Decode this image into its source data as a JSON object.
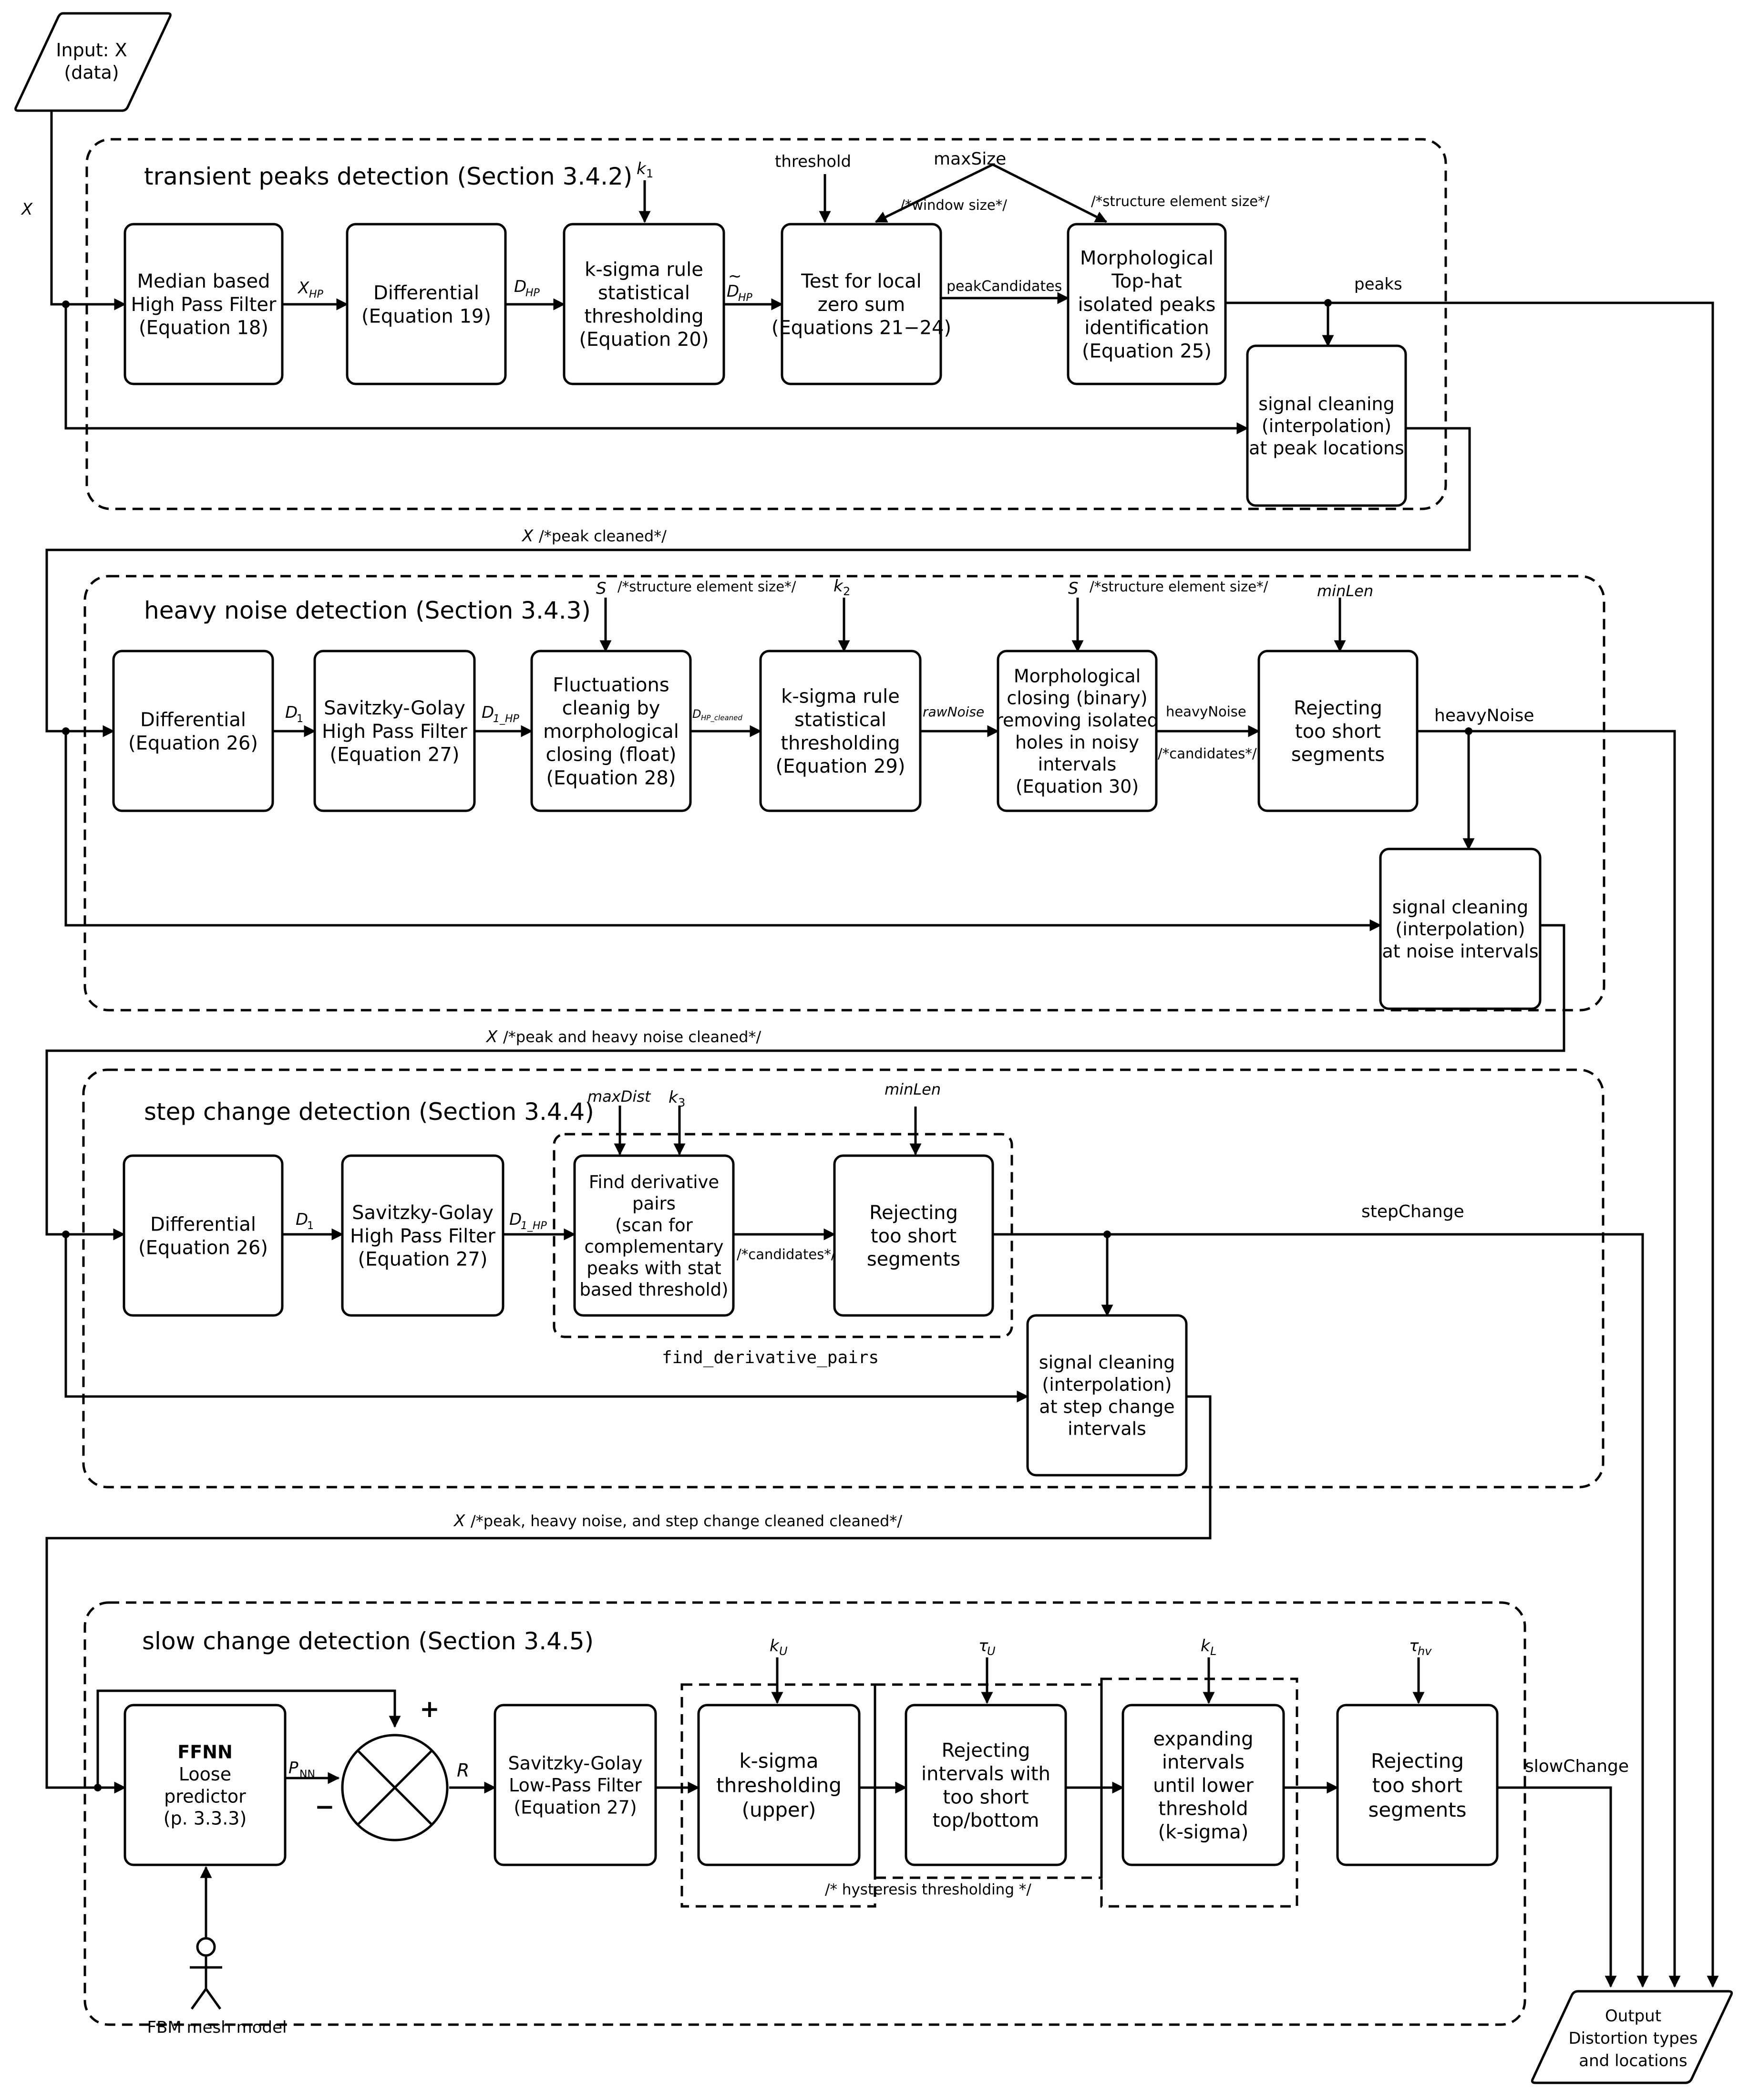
{
  "io": {
    "input": [
      "Input: X",
      "(data)"
    ],
    "output": [
      "Output",
      "Distortion types",
      "and locations"
    ]
  },
  "sections": {
    "peaks": "transient peaks detection (Section 3.4.2)",
    "noise": "heavy noise detection (Section 3.4.3)",
    "step": "step change detection (Section 3.4.4)",
    "slow": "slow change detection (Section 3.4.5)"
  },
  "blocks": {
    "p_median": [
      "Median based",
      "High Pass Filter",
      "(Equation 18)"
    ],
    "p_diff": [
      "Differential",
      "(Equation 19)"
    ],
    "p_ksig": [
      "k-sigma rule",
      "statistical",
      "thresholding",
      "(Equation 20)"
    ],
    "p_test": [
      "Test for local",
      "zero sum",
      "(Equations 21−24)"
    ],
    "p_morph": [
      "Morphological",
      "Top-hat",
      "isolated peaks",
      "identification",
      "(Equation 25)"
    ],
    "p_clean": [
      "signal cleaning",
      "(interpolation)",
      "at peak locations"
    ],
    "n_diff": [
      "Differential",
      "(Equation 26)"
    ],
    "n_sg": [
      "Savitzky-Golay",
      "High Pass Filter",
      "(Equation 27)"
    ],
    "n_fluct": [
      "Fluctuations",
      "cleanig by",
      "morphological",
      "closing (float)",
      "(Equation 28)"
    ],
    "n_ksig": [
      "k-sigma rule",
      "statistical",
      "thresholding",
      "(Equation 29)"
    ],
    "n_morph": [
      "Morphological",
      "closing (binary)",
      "removing isolated",
      "holes in noisy",
      "intervals",
      "(Equation 30)"
    ],
    "n_reject": [
      "Rejecting",
      "too short",
      "segments"
    ],
    "n_clean": [
      "signal cleaning",
      "(interpolation)",
      "at noise intervals"
    ],
    "s_diff": [
      "Differential",
      "(Equation 26)"
    ],
    "s_sg": [
      "Savitzky-Golay",
      "High Pass Filter",
      "(Equation 27)"
    ],
    "s_find": [
      "Find derivative",
      "pairs",
      "(scan for",
      "complementary",
      "peaks with stat",
      "based threshold)"
    ],
    "s_reject": [
      "Rejecting",
      "too short",
      "segments"
    ],
    "s_clean": [
      "signal cleaning",
      "(interpolation)",
      "at step change",
      "intervals"
    ],
    "w_ffnn": [
      "FFNN",
      "Loose",
      "predictor",
      "(p. 3.3.3)"
    ],
    "w_sg": [
      "Savitzky-Golay",
      "Low-Pass Filter",
      "(Equation 27)"
    ],
    "w_ksig": [
      "k-sigma",
      "thresholding",
      "(upper)"
    ],
    "w_rej1": [
      "Rejecting",
      "intervals with",
      "too short",
      "top/bottom"
    ],
    "w_expand": [
      "expanding",
      "intervals",
      "until lower",
      "threshold",
      "(k-sigma)"
    ],
    "w_rej2": [
      "Rejecting",
      "too short",
      "segments"
    ]
  },
  "labels": {
    "x_side": "X",
    "x_hp": "X",
    "x_hp_sub": "HP",
    "d_hp": "D",
    "d_hp_sub": "HP",
    "d_hp_tilde": "D",
    "d_hp_tilde_sub": "HP",
    "tilde": "~",
    "k1": "k",
    "k1_sub": "1",
    "threshold": "threshold",
    "maxsize": "maxSize",
    "window_size": "/*window size*/",
    "struct_size_1": "/*structure element size*/",
    "peak_candidates": "peakCandidates",
    "peaks": "peaks",
    "x_peak_var": "X",
    "x_peak": "/*peak cleaned*/",
    "s1_var": "S",
    "s1": "/*structure element size*/",
    "k2": "k",
    "k2_sub": "2",
    "s2_var": "S",
    "s2": "/*structure element size*/",
    "minlen_1": "minLen",
    "d1": "D",
    "d1_sub": "1",
    "d1hp": "D",
    "d1hp_sub": "1_HP",
    "dhp_cleaned": "D",
    "dhp_cleaned_sub": "HP_cleaned",
    "raw_noise": "rawNoise",
    "heavy_noise_small": "heavyNoise",
    "candidates_1": "/*candidates*/",
    "heavy_noise": "heavyNoise",
    "x_noise_var": "X",
    "x_noise": "/*peak and heavy noise cleaned*/",
    "maxdist": "maxDist",
    "k3": "k",
    "k3_sub": "3",
    "minlen_2": "minLen",
    "d1_s": "D",
    "d1_s_sub": "1",
    "d1hp_s": "D",
    "d1hp_s_sub": "1_HP",
    "candidates_2": "/*candidates*/",
    "step_change": "stepChange",
    "find_pairs": "find_derivative_pairs",
    "x_step_var": "X",
    "x_step": "/*peak, heavy noise, and step change cleaned cleaned*/",
    "ku": "k",
    "ku_sub": "U",
    "tau_u": "τ",
    "tau_u_sub": "U",
    "kl": "k",
    "kl_sub": "L",
    "tau_hv": "τ",
    "tau_hv_sub": "hv",
    "pnn": "P",
    "pnn_sub": "NN",
    "plus": "+",
    "minus": "−",
    "r": "R",
    "hysteresis": "/* hysteresis thresholding */",
    "slow_change": "slowChange",
    "fbm": "FBM mesh model"
  }
}
